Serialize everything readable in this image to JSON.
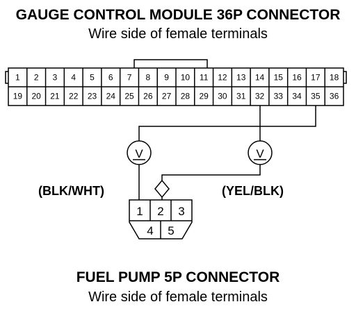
{
  "gauge_connector": {
    "title": "GAUGE CONTROL MODULE 36P CONNECTOR",
    "subtitle": "Wire side of female terminals",
    "top_row": [
      "1",
      "2",
      "3",
      "4",
      "5",
      "6",
      "7",
      "8",
      "9",
      "10",
      "11",
      "12",
      "13",
      "14",
      "15",
      "16",
      "17",
      "18"
    ],
    "bottom_row": [
      "19",
      "20",
      "21",
      "22",
      "23",
      "24",
      "25",
      "26",
      "27",
      "28",
      "29",
      "30",
      "31",
      "32",
      "33",
      "34",
      "35",
      "36"
    ]
  },
  "meters": [
    {
      "symbol": "V"
    },
    {
      "symbol": "V"
    }
  ],
  "wire_labels": {
    "left": "(BLK/WHT)",
    "right": "(YEL/BLK)"
  },
  "fuel_pump_connector": {
    "title": "FUEL PUMP 5P CONNECTOR",
    "subtitle": "Wire side of female terminals",
    "top_row": [
      "1",
      "2",
      "3"
    ],
    "bottom_row": [
      "4",
      "5"
    ]
  }
}
